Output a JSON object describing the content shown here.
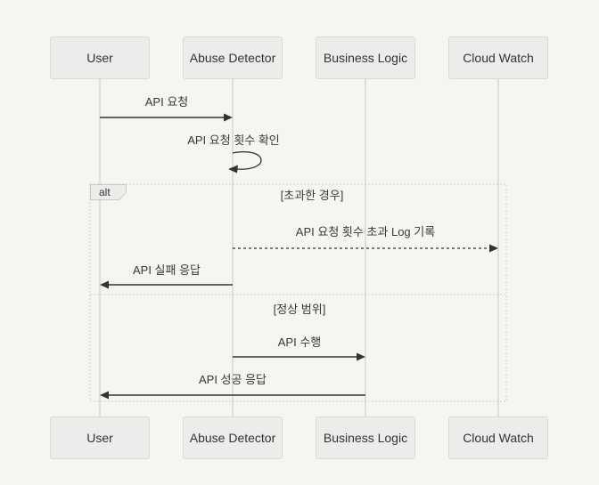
{
  "diagram": {
    "type": "sequence",
    "participants": [
      {
        "id": "user",
        "label": "User"
      },
      {
        "id": "abuse-detector",
        "label": "Abuse Detector"
      },
      {
        "id": "business-logic",
        "label": "Business Logic"
      },
      {
        "id": "cloud-watch",
        "label": "Cloud Watch"
      }
    ],
    "messages": [
      {
        "from": "User",
        "to": "Abuse Detector",
        "label": "API 요청",
        "line": "solid"
      },
      {
        "from": "Abuse Detector",
        "to": "Abuse Detector",
        "label": "API 요청 횟수 확인",
        "line": "self"
      },
      {
        "from": "Abuse Detector",
        "to": "Cloud Watch",
        "label": "API 요청 횟수 초과 Log 기록",
        "line": "dashed"
      },
      {
        "from": "Abuse Detector",
        "to": "User",
        "label": "API 실패 응답",
        "line": "solid"
      },
      {
        "from": "Abuse Detector",
        "to": "Business Logic",
        "label": "API 수행",
        "line": "solid"
      },
      {
        "from": "Business Logic",
        "to": "User",
        "label": "API 성공 응답",
        "line": "solid"
      }
    ],
    "alt": {
      "label": "alt",
      "sections": [
        {
          "condition": "[초과한 경우]"
        },
        {
          "condition": "[정상 범위]"
        }
      ]
    }
  },
  "colors": {
    "background": "#f7f5ef",
    "actor_fill": "#ececeb",
    "actor_border": "#d9d9d6",
    "lifeline": "#c7c7c4",
    "arrow": "#333333",
    "frame_border": "#cbcbc8",
    "text": "#333333"
  }
}
